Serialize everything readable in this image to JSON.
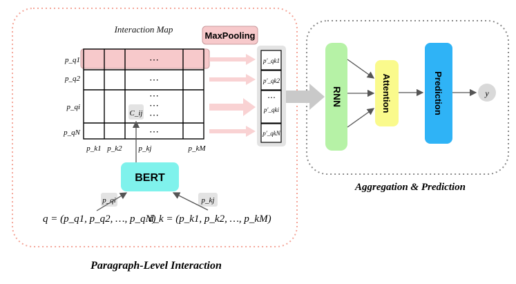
{
  "interaction_map": {
    "title": "Interaction Map",
    "row_labels": [
      "p_q1",
      "p_q2",
      "p_qi",
      "p_qN"
    ],
    "col_labels": [
      "p_k1",
      "p_k2",
      "p_kj",
      "p_kM"
    ],
    "ellipsis": "⋯",
    "cell_label": "C_ij"
  },
  "maxpooling": {
    "label": "MaxPooling",
    "outputs": [
      "p′_qk1",
      "p′_qk2",
      "p′_qki",
      "p′_qkN"
    ]
  },
  "bert": {
    "label": "BERT"
  },
  "inputs": {
    "tag_q": "p_qi",
    "tag_k": "p_kj",
    "q_formula": "q = (p_q1, p_q2, …, p_qN)",
    "d_formula": "d_k = (p_k1, p_k2, …, p_kM)"
  },
  "aggregation": {
    "rnn": "RNN",
    "attention": "Attention",
    "prediction": "Prediction",
    "output": "y"
  },
  "captions": {
    "left": "Paragraph-Level Interaction",
    "right": "Aggregation & Prediction"
  },
  "colors": {
    "left_border": "#f4a497",
    "right_border": "#888888",
    "highlight_row": "#f7c9cb",
    "maxpool_bg": "#f7c9cb",
    "arrow_pink": "#f9d2d3",
    "bert": "#7ff2ec",
    "rnn": "#b6f2a6",
    "attention": "#fafa8c",
    "prediction": "#2fb3f6",
    "gray_box": "#e3e3e3"
  }
}
